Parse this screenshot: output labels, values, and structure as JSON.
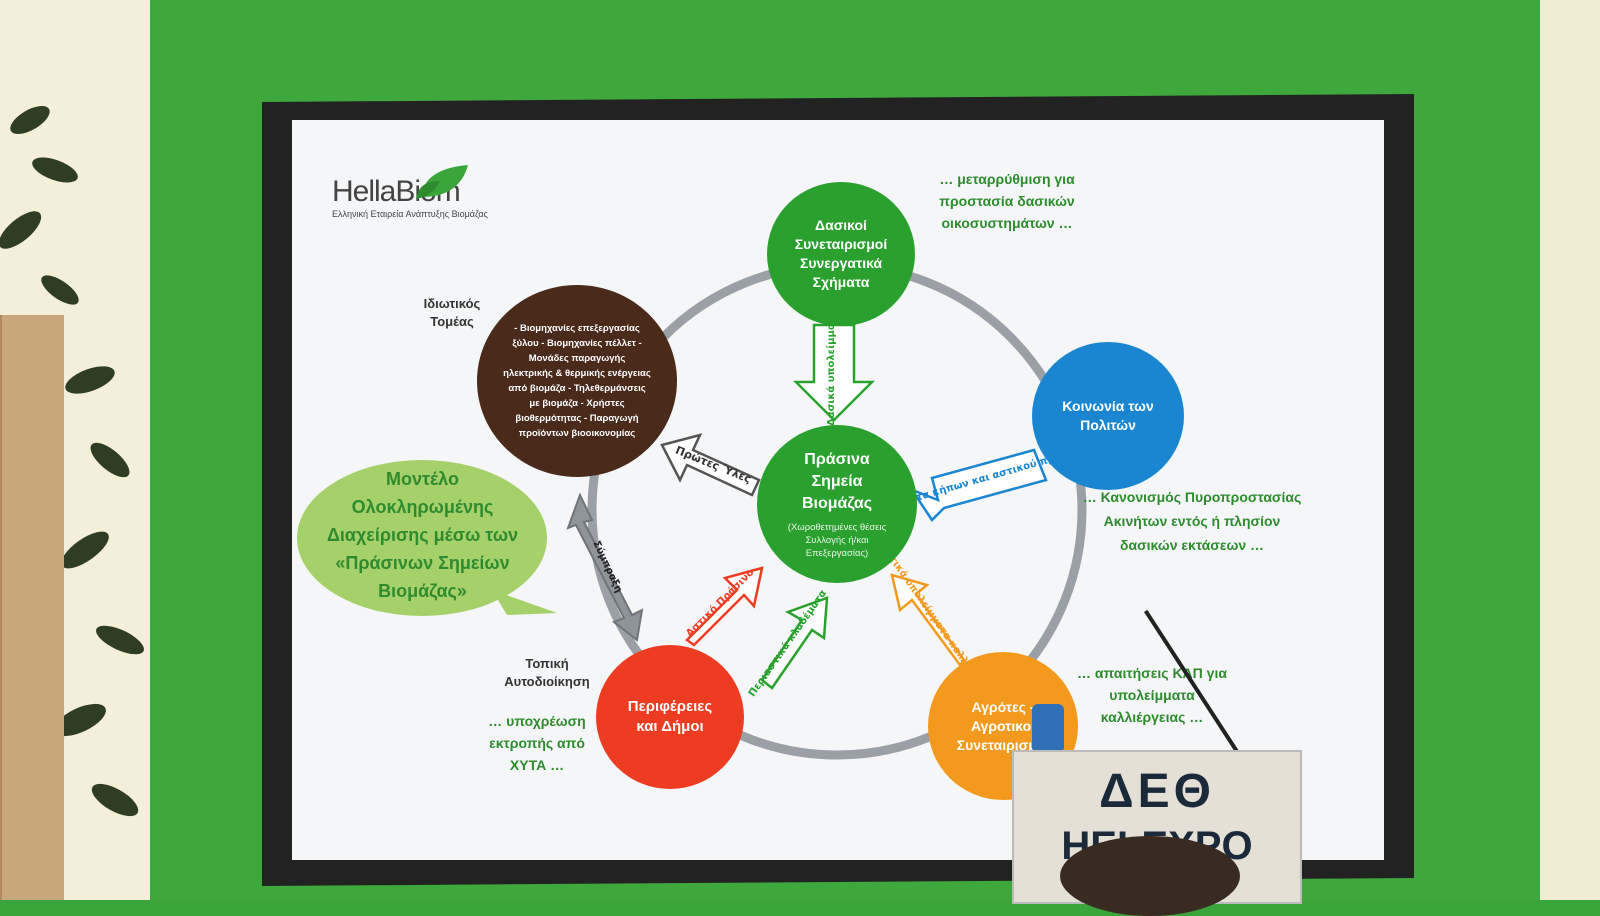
{
  "slide": {
    "logo": {
      "name": "HellaBiom",
      "tagline": "Ελληνική Εταιρεία Ανάπτυξης Βιομάζας"
    },
    "center": {
      "title": "Πράσινα Σημεία Βιομάζας",
      "subtitle": "(Χωροθετημένες θέσεις Συλλογής ή/και Επεξεργασίας)"
    },
    "circles": [
      {
        "key": "forest",
        "label": "Δασικοί Συνεταιρισμοί Συνεργατικά Σχήματα",
        "color": "#2aa12f"
      },
      {
        "key": "citizens",
        "label": "Κοινωνία των Πολιτών",
        "color": "#1a86d2"
      },
      {
        "key": "farmers",
        "label": "Αγρότες - Αγροτικοί Συνεταιρισμοί",
        "color": "#f39a1e"
      },
      {
        "key": "regions",
        "label": "Περιφέρειες και Δήμοι",
        "color": "#ee3c23"
      },
      {
        "key": "private",
        "label": "- Βιομηχανίες επεξεργασίας ξύλου - Βιομηχανίες πέλλετ - Μονάδες παραγωγής ηλεκτρικής & θερμικής ενέργειας από βιομάζα - Τηλεθερμάνσεις με βιομάζα - Χρήστες βιοθερμότητας - Παραγωγή προϊόντων βιοοικονομίας",
        "color": "#4a2a1a"
      }
    ],
    "side_labels": {
      "private": "Ιδιωτικός Τομέας",
      "local": "Τοπική Αυτοδιοίκηση"
    },
    "bubble": "Μοντέλο Ολοκληρωμένης Διαχείρισης μέσω των «Πράσινων Σημείων Βιομάζας»",
    "arrows": {
      "forest": "Δασικά υπολείμματα",
      "citizens": "Κλαδέματα κήπων και αστικού πρασίνου",
      "raw": "Πρώτες Ύλες",
      "urban": "Αστικό Πράσινο",
      "roadside": "Περιαστικά κλαδέματα",
      "agri": "Αγροτικά υπολείμματα καλλιεργειών",
      "link": "Σύμπραξη"
    },
    "notes": {
      "forest": "… μεταρρύθμιση για προστασία δασικών οικοσυστημάτων …",
      "fire": "… Κανονισμός Πυροπροστασίας Ακινήτων εντός ή πλησίον δασικών εκτάσεων …",
      "cap": "… απαιτήσεις ΚΑΠ για υπολείμματα καλλιέργειας …",
      "landfill": "… υποχρέωση εκτροπής από ΧΥΤΑ …"
    }
  },
  "podium": {
    "line1": "ΔΕΘ",
    "line2": "HELEXPO"
  },
  "colors": {
    "booth": "#3ea83c",
    "text_green": "#2e8b2e"
  }
}
